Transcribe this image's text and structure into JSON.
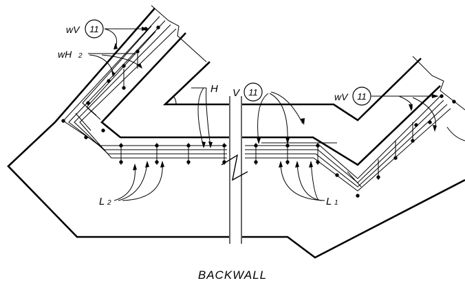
{
  "labels": {
    "wv_top": "wV",
    "wv_top_mark": "11",
    "wh2": "wH",
    "wh2_sub": "2",
    "h": "H",
    "v": "V",
    "v_mark": "11",
    "wv_right": "wV",
    "wv_right_mark": "11",
    "l2": "L",
    "l2_sub": "2",
    "l1": "L",
    "l1_sub": "1"
  },
  "caption": "BACKWALL"
}
